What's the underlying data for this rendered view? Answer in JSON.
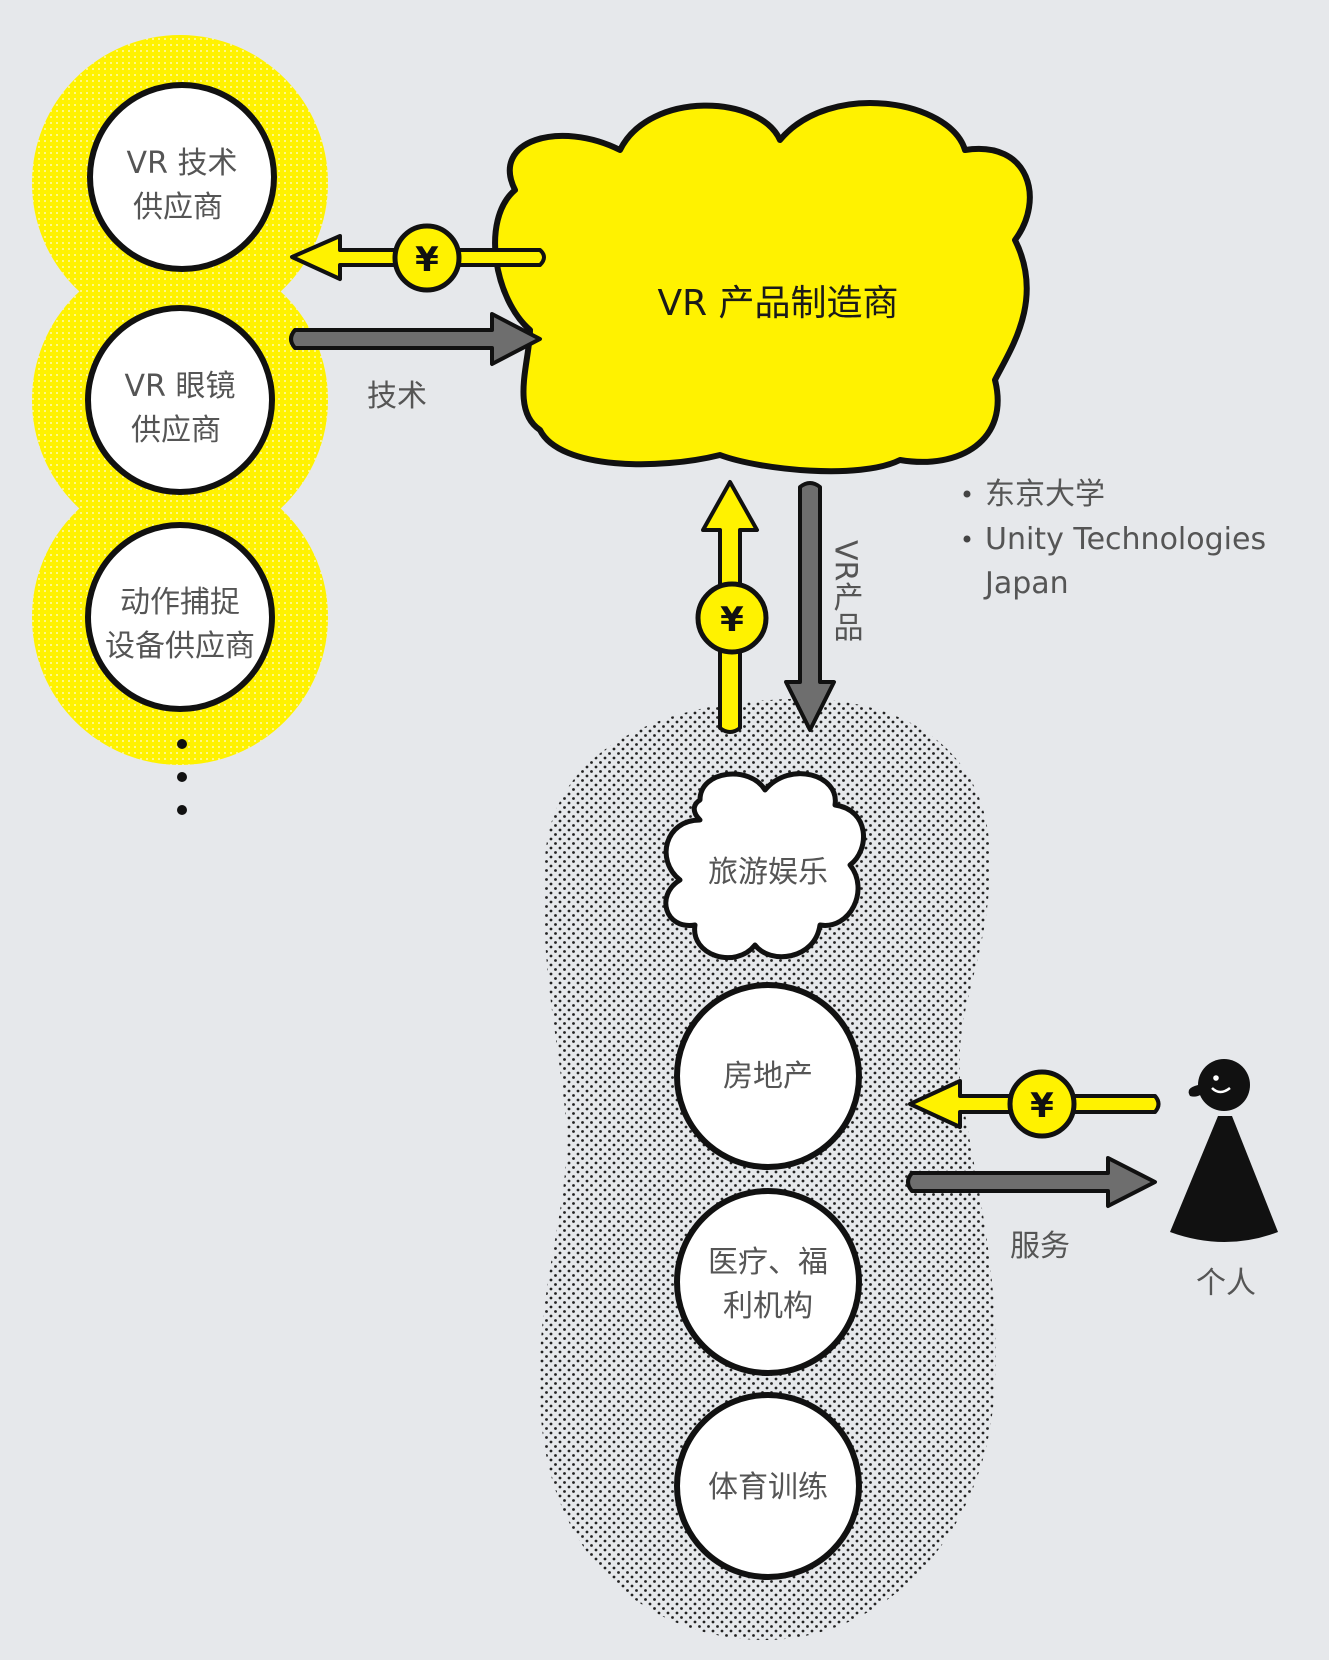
{
  "suppliers": [
    {
      "line1": "VR 技术",
      "line2": "供应商"
    },
    {
      "line1": "VR 眼镜",
      "line2": "供应商"
    },
    {
      "line1": "动作捕捉",
      "line2": "设备供应商"
    }
  ],
  "manufacturer": {
    "label": "VR 产品制造商"
  },
  "arrows": {
    "technology_label": "技术",
    "vr_product_label": "VR产品",
    "service_label": "服务",
    "currency_symbol": "¥"
  },
  "examples": [
    "东京大学",
    "Unity Technologies",
    "Japan"
  ],
  "industries": {
    "tourism": "旅游娱乐",
    "real_estate": "房地产",
    "medical_line1": "医疗、福",
    "medical_line2": "利机构",
    "sports": "体育训练"
  },
  "individual": {
    "label": "个人"
  },
  "colors": {
    "background": "#e6e8eb",
    "yellow": "#fff200",
    "gray_arrow": "#6e6e6e",
    "outline": "#111111"
  }
}
